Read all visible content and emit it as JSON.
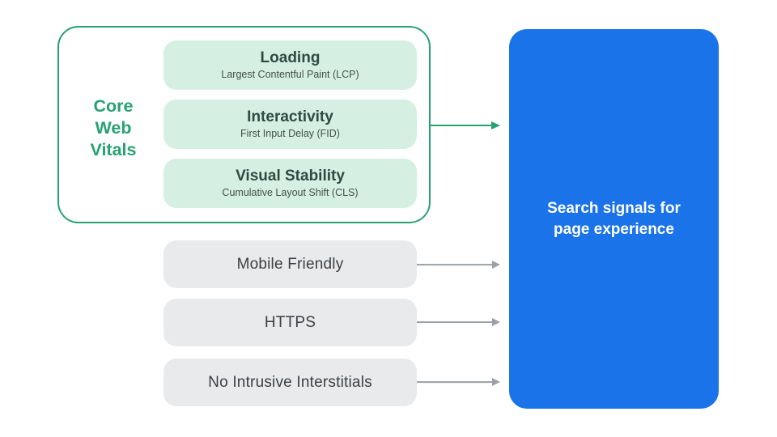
{
  "colors": {
    "green": "#26A172",
    "green_light": "#D5F0E2",
    "gray_box": "#E9EAEC",
    "gray_arrow": "#9AA0A6",
    "blue": "#1A73E8",
    "title_dark": "#2E4A42",
    "subtitle_dark": "#41504A",
    "gray_text": "#3C4043",
    "white": "#FFFFFF"
  },
  "cwv": {
    "label": "Core Web Vitals",
    "items": [
      {
        "title": "Loading",
        "subtitle": "Largest Contentful Paint (LCP)"
      },
      {
        "title": "Interactivity",
        "subtitle": "First Input Delay (FID)"
      },
      {
        "title": "Visual Stability",
        "subtitle": "Cumulative Layout Shift (CLS)"
      }
    ]
  },
  "signals": [
    {
      "label": "Mobile Friendly"
    },
    {
      "label": "HTTPS"
    },
    {
      "label": "No Intrusive Interstitials"
    }
  ],
  "result": {
    "label": "Search signals for page experience"
  },
  "arrows": [
    {
      "from": "Core Web Vitals",
      "to": "Search signals for page experience",
      "color": "green"
    },
    {
      "from": "Mobile Friendly",
      "to": "Search signals for page experience",
      "color": "gray"
    },
    {
      "from": "HTTPS",
      "to": "Search signals for page experience",
      "color": "gray"
    },
    {
      "from": "No Intrusive Interstitials",
      "to": "Search signals for page experience",
      "color": "gray"
    }
  ]
}
